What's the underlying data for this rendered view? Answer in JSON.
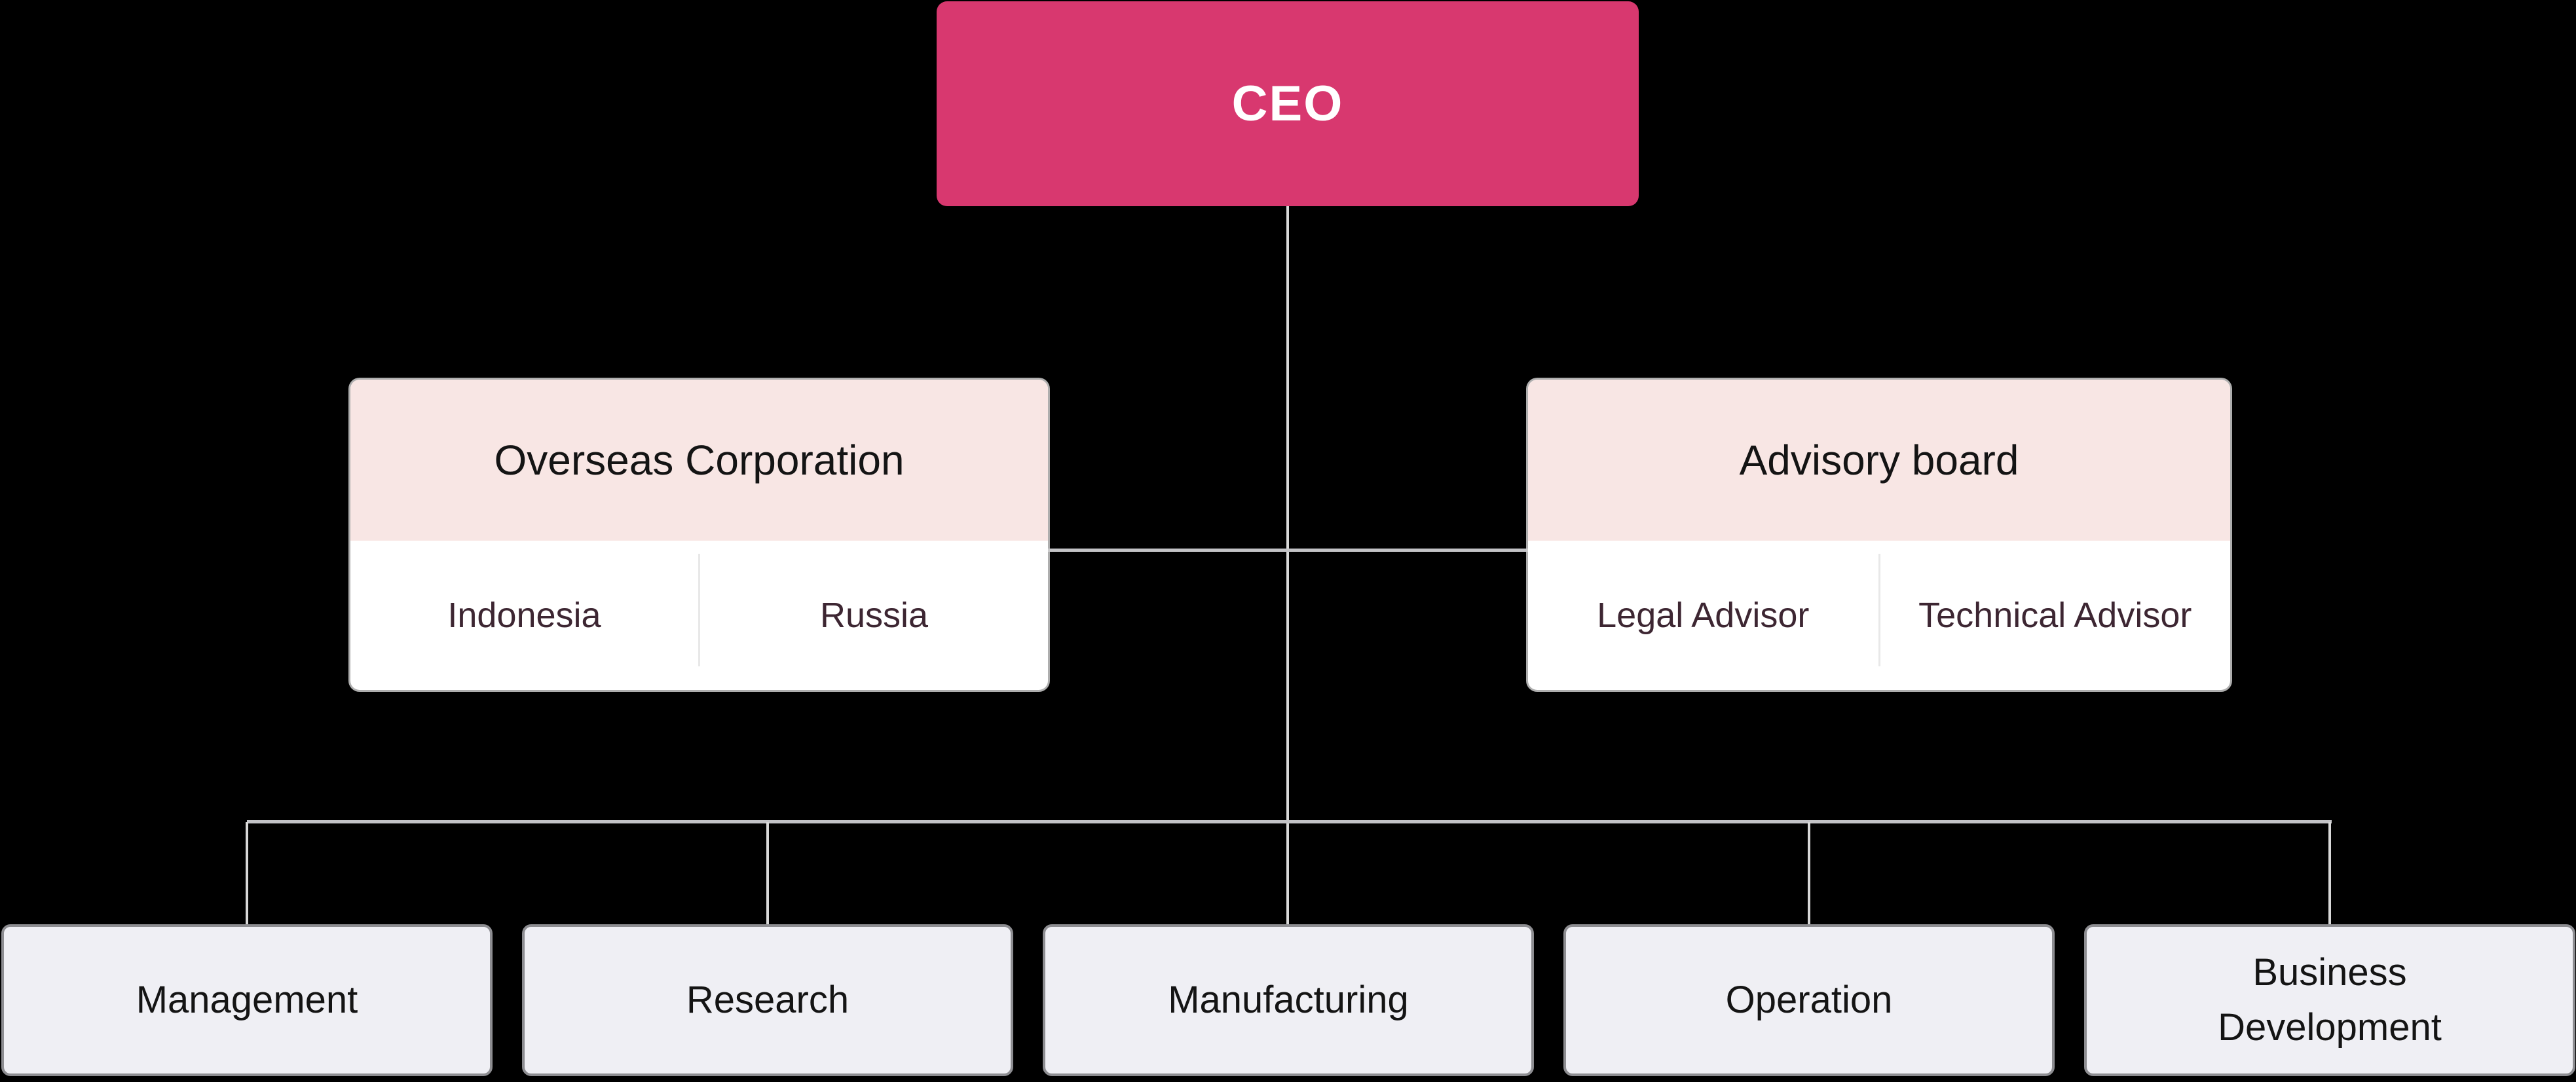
{
  "org_chart": {
    "root": {
      "label": "CEO"
    },
    "groups": [
      {
        "title": "Overseas Corporation",
        "members": [
          "Indonesia",
          "Russia"
        ]
      },
      {
        "title": "Advisory board",
        "members": [
          "Legal Advisor",
          "Technical Advisor"
        ]
      }
    ],
    "departments": [
      {
        "label": "Management"
      },
      {
        "label": "Research"
      },
      {
        "label": "Manufacturing"
      },
      {
        "label": "Operation"
      },
      {
        "label": "Business Development"
      }
    ],
    "colors": {
      "background": "#000000",
      "root_node_bg": "#D8386F",
      "root_node_text": "#FFFFFF",
      "group_header_bg": "#F8E6E4",
      "group_body_bg": "#FFFFFF",
      "group_title_text": "#141414",
      "member_text": "#3D2632",
      "department_bg": "#EFEFF4",
      "department_border": "#8D8D91",
      "department_text": "#141414",
      "connector": "#C3C3C6"
    }
  }
}
